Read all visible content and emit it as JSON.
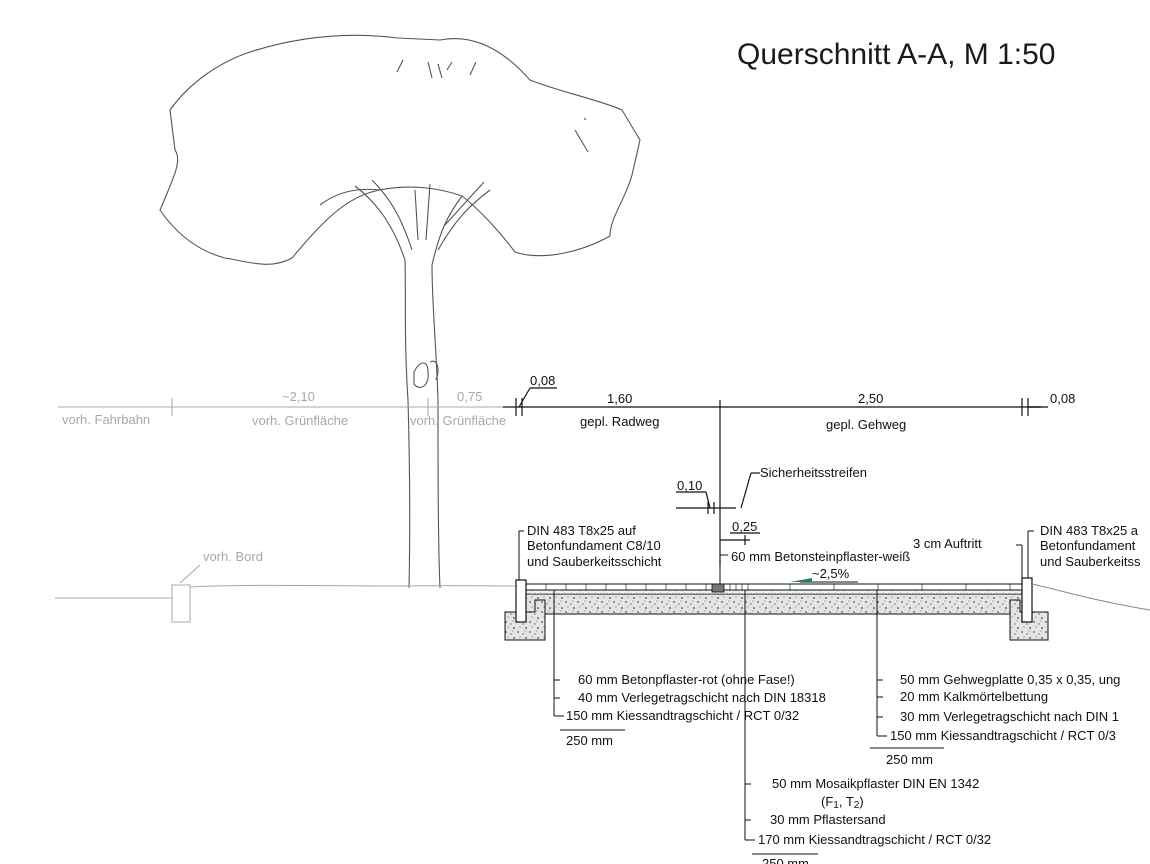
{
  "title": "Querschnitt A-A, M 1:50",
  "existing": {
    "dim_fahrbahn_gruen": "~2,10",
    "dim_gruen2": "0,75",
    "fahrbahn": "vorh. Fahrbahn",
    "gruenflaeche": "vorh. Grünfläche",
    "gruenflaeche2": "vorh. Grünfläche",
    "bord": "vorh. Bord"
  },
  "dimensions": {
    "left_kerb": "0,08",
    "radweg": "1,60",
    "gehweg": "2,50",
    "right_kerb": "0,08",
    "sicherheit_width": "0,10",
    "sicherheit_offset": "0,25",
    "slope": "~2,5%"
  },
  "labels": {
    "radweg": "gepl. Radweg",
    "gehweg": "gepl. Gehweg",
    "sicherheitsstreifen": "Sicherheitsstreifen",
    "left_kerb_1": "DIN 483 T8x25 auf",
    "left_kerb_2": "Betonfundament C8/10",
    "left_kerb_3": "und Sauberkeitsschicht",
    "weiss": "60 mm Betonsteinpflaster-weiß",
    "auftritt": "3 cm Auftritt",
    "right_kerb_1": "DIN 483 T8x25 a",
    "right_kerb_2": "Betonfundament",
    "right_kerb_3": "und Sauberkeitss"
  },
  "layers_radweg": {
    "l1": "60 mm Betonpflaster-rot (ohne Fase!)",
    "l2": "40 mm Verlegetragschicht nach DIN 18318",
    "l3": "150 mm Kiessandtragschicht / RCT 0/32",
    "total": "250 mm"
  },
  "layers_gehweg": {
    "l1": "50 mm Gehwegplatte 0,35 x 0,35, ung",
    "l2": "20 mm Kalkmörtelbettung",
    "l3": "30 mm Verlegetragschicht nach DIN 1",
    "l4": "150 mm Kiessandtragschicht / RCT 0/3",
    "total": "250 mm"
  },
  "layers_mosaik": {
    "l1": "50 mm Mosaikpflaster DIN EN 1342",
    "l1b_main": "(F",
    "l1b_sub1": "1",
    "l1b_mid": ", T",
    "l1b_sub2": "2",
    "l1b_end": ")",
    "l2": "30 mm Pflastersand",
    "l3": "170 mm Kiessandtragschicht / RCT 0/32",
    "total": "250 mm"
  },
  "colors": {
    "line": "#111111",
    "grey": "#a8a8a8",
    "tree": "#555555",
    "slope_arrow": "#2e7d5b"
  }
}
